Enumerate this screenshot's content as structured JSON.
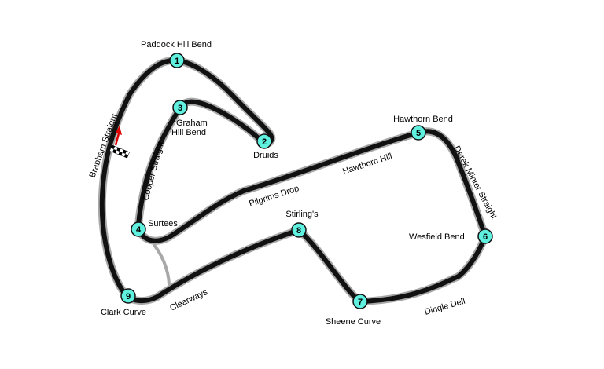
{
  "colors": {
    "track": "#111111",
    "track_edge": "#a8a8a8",
    "marker_fill": "#5ff0e0",
    "marker_stroke": "#111111",
    "arrow": "#dd0000",
    "background": "#ffffff"
  },
  "markers": [
    {
      "number": "1",
      "name": "Paddock Hill Bend"
    },
    {
      "number": "2",
      "name": "Druids"
    },
    {
      "number": "3",
      "name_line1": "Graham",
      "name_line2": "Hill Bend"
    },
    {
      "number": "4",
      "name": "Surtees"
    },
    {
      "number": "5",
      "name": "Hawthorn Bend"
    },
    {
      "number": "6",
      "name": "Wesfield Bend"
    },
    {
      "number": "7",
      "name": "Sheene Curve"
    },
    {
      "number": "8",
      "name": "Stirling's"
    },
    {
      "number": "9",
      "name": "Clark Curve"
    }
  ],
  "straights": {
    "brabham": "Brabham Straight",
    "cooper": "Cooper Straight",
    "pilgrims": "Pilgrims Drop",
    "hawthorn_hill": "Hawthorn Hill",
    "derek_minter": "Derek Minter Straight",
    "dingle_dell": "Dingle Dell",
    "clearways": "Clearways"
  },
  "icons": {
    "start_finish": "checkered-flag-icon",
    "direction": "direction-arrow-icon"
  }
}
